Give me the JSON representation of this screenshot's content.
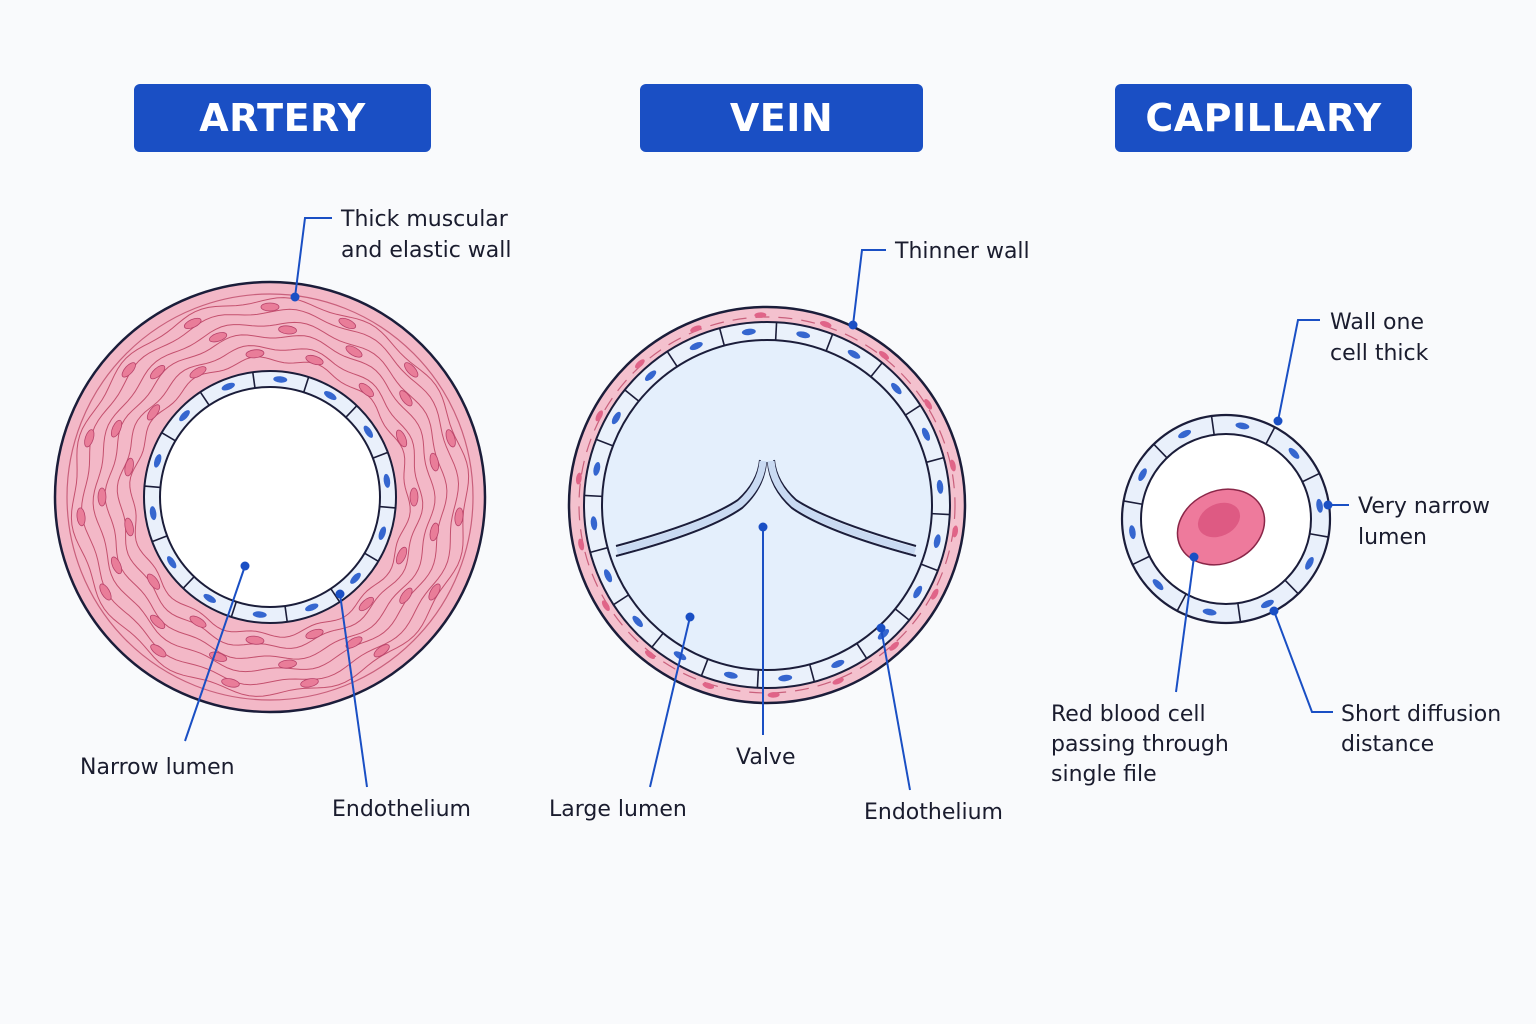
{
  "colors": {
    "title_bg": "#1a4fc4",
    "leader": "#1a4fc4",
    "wall_pink": "#f2b3c4",
    "wall_line": "#c4506e",
    "endothelium": "#eaf1fb",
    "nucleus": "#3566cf",
    "lumen_vein": "#e4effc",
    "rbc": "#e75f86"
  },
  "titles": {
    "artery": "ARTERY",
    "vein": "VEIN",
    "capillary": "CAPILLARY"
  },
  "artery": {
    "wall_line1": "Thick muscular",
    "wall_line2": "and elastic wall",
    "lumen": "Narrow lumen",
    "endothelium": "Endothelium"
  },
  "vein": {
    "wall": "Thinner wall",
    "valve": "Valve",
    "lumen": "Large lumen",
    "endothelium": "Endothelium"
  },
  "capillary": {
    "wall_line1": "Wall one",
    "wall_line2": "cell thick",
    "lumen_line1": "Very narrow",
    "lumen_line2": "lumen",
    "rbc_line1": "Red blood cell",
    "rbc_line2": "passing through",
    "rbc_line3": "single file",
    "diffusion_line1": "Short diffusion",
    "diffusion_line2": "distance"
  }
}
